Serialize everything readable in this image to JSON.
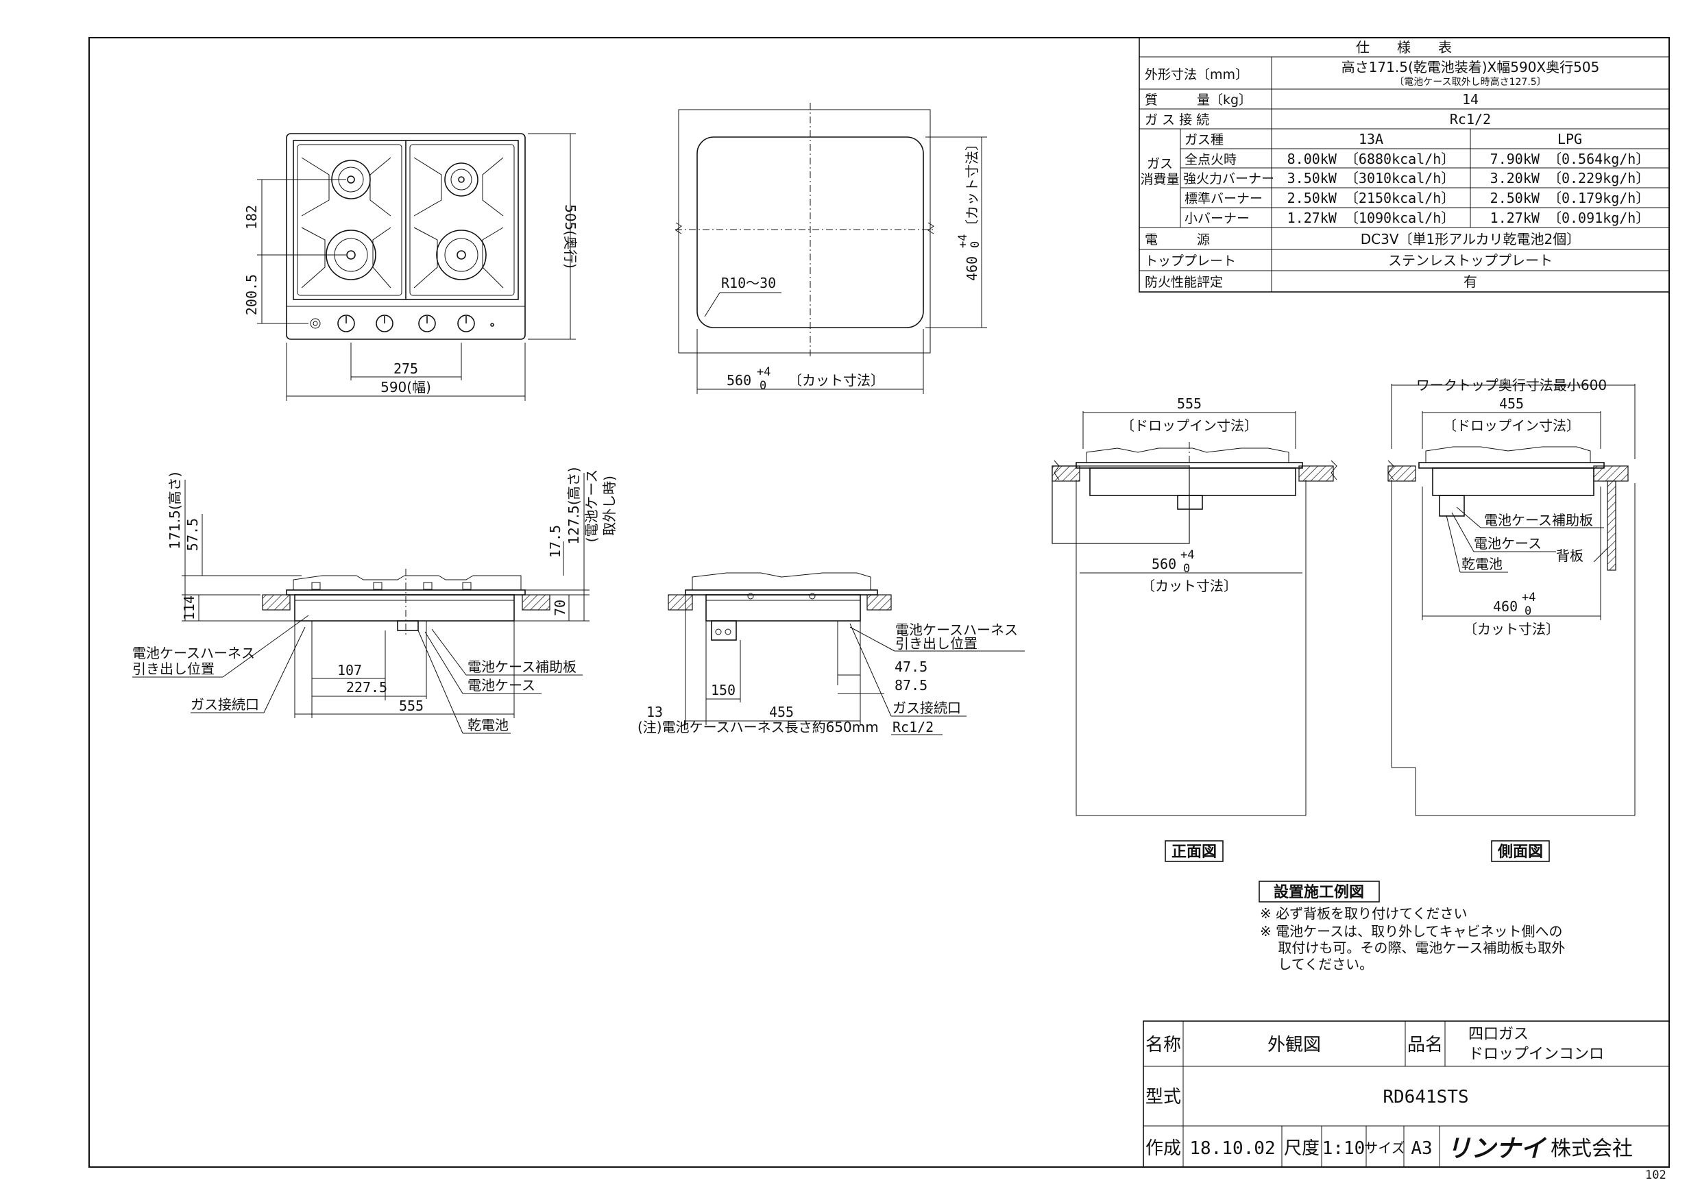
{
  "spec_table": {
    "title": "仕　　様　　表",
    "rows": [
      {
        "label": "外形寸法〔mm〕",
        "value": "高さ171.5(乾電池装着)X幅590X奥行505",
        "sub": "〔電池ケース取外し時高さ127.5〕"
      },
      {
        "label": "質　　　量〔kg〕",
        "value": "14"
      },
      {
        "label": "ガ ス 接 続",
        "value": "Rc1/2"
      },
      {
        "label": "電　　　源",
        "value": "DC3V〔単1形アルカリ乾電池2個〕"
      },
      {
        "label": "トッププレート",
        "value": "ステンレストッププレート"
      },
      {
        "label": "防火性能評定",
        "value": "有"
      }
    ],
    "gas_group_label_1": "ガス",
    "gas_group_label_2": "消費量",
    "gas_header": {
      "label": "ガス種",
      "col1": "13A",
      "col2": "LPG"
    },
    "gas_rows": [
      {
        "label": "全点火時",
        "a": "8.00kW 〔6880kcal/h〕",
        "b": "7.90kW 〔0.564kg/h〕"
      },
      {
        "label": "強火力バーナー",
        "a": "3.50kW 〔3010kcal/h〕",
        "b": "3.20kW 〔0.229kg/h〕"
      },
      {
        "label": "標準バーナー",
        "a": "2.50kW 〔2150kcal/h〕",
        "b": "2.50kW 〔0.179kg/h〕"
      },
      {
        "label": "小バーナー",
        "a": "1.27kW 〔1090kcal/h〕",
        "b": "1.27kW 〔0.091kg/h〕"
      }
    ]
  },
  "top_view": {
    "dim_182": "182",
    "dim_200_5": "200.5",
    "dim_275": "275",
    "dim_590": "590(幅)",
    "dim_505": "505(奥行)"
  },
  "cutout_view": {
    "radius": "R10～30",
    "dim_560": "560",
    "dim_560_tol": "+4",
    "dim_560_tol0": "0",
    "dim_560_note": "〔カット寸法〕",
    "dim_460": "460",
    "dim_460_tol": "+4",
    "dim_460_tol0": "0",
    "dim_460_note": "〔カット寸法〕"
  },
  "front_elev": {
    "v_171_5": "171.5(高さ)",
    "v_57_5": "57.5",
    "v_114": "114",
    "v_17_5": "17.5",
    "v_127_5": "127.5(高さ)",
    "v_127_note1": "(電池ケース",
    "v_127_note2": "取外し時)",
    "v_70": "70",
    "harness_1": "電池ケースハーネス",
    "harness_2": "引き出し位置",
    "d_107": "107",
    "d_227_5": "227.5",
    "d_555": "555",
    "gas_port": "ガス接続口",
    "battery_plate": "電池ケース補助板",
    "battery_case": "電池ケース",
    "battery": "乾電池"
  },
  "side_elev": {
    "harness_1": "電池ケースハーネス",
    "harness_2": "引き出し位置",
    "d_47_5": "47.5",
    "d_87_5": "87.5",
    "d_13": "13",
    "d_150": "150",
    "d_455": "455",
    "gas_port": "ガス接続口",
    "gas_rc": "Rc1/2",
    "note": "(注)電池ケースハーネス長さ約650mm"
  },
  "install_front": {
    "d_555": "555",
    "dropin": "〔ドロップイン寸法〕",
    "d_560": "560",
    "tol": "+4",
    "tol0": "0",
    "cut": "〔カット寸法〕",
    "caption": "正面図"
  },
  "install_side": {
    "worktop": "ワークトップ奥行寸法最小600",
    "d_455": "455",
    "dropin": "〔ドロップイン寸法〕",
    "plate": "電池ケース補助板",
    "case": "電池ケース",
    "battery": "乾電池",
    "back": "背板",
    "d_460": "460",
    "tol": "+4",
    "tol0": "0",
    "cut": "〔カット寸法〕",
    "caption": "側面図"
  },
  "install_notes": {
    "title": "設置施工例図",
    "lines": [
      "※ 必ず背板を取り付けてください",
      "※ 電池ケースは、取り外してキャビネット側への",
      "　 取付けも可。その際、電池ケース補助板も取外",
      "　 してください。"
    ]
  },
  "title_block": {
    "name_label": "名称",
    "name_value": "外観図",
    "product_label": "品名",
    "product_value_1": "四口ガス",
    "product_value_2": "ドロップインコンロ",
    "model_label": "型式",
    "model_value": "RD641STS",
    "made_label": "作成",
    "made_value": "18.10.02",
    "scale_label": "尺度",
    "scale_value": "1:10",
    "size_label": "サイズ",
    "size_value": "A3",
    "company_logo": "リンナイ",
    "company_suffix": "株式会社"
  },
  "sheet_number": "102"
}
